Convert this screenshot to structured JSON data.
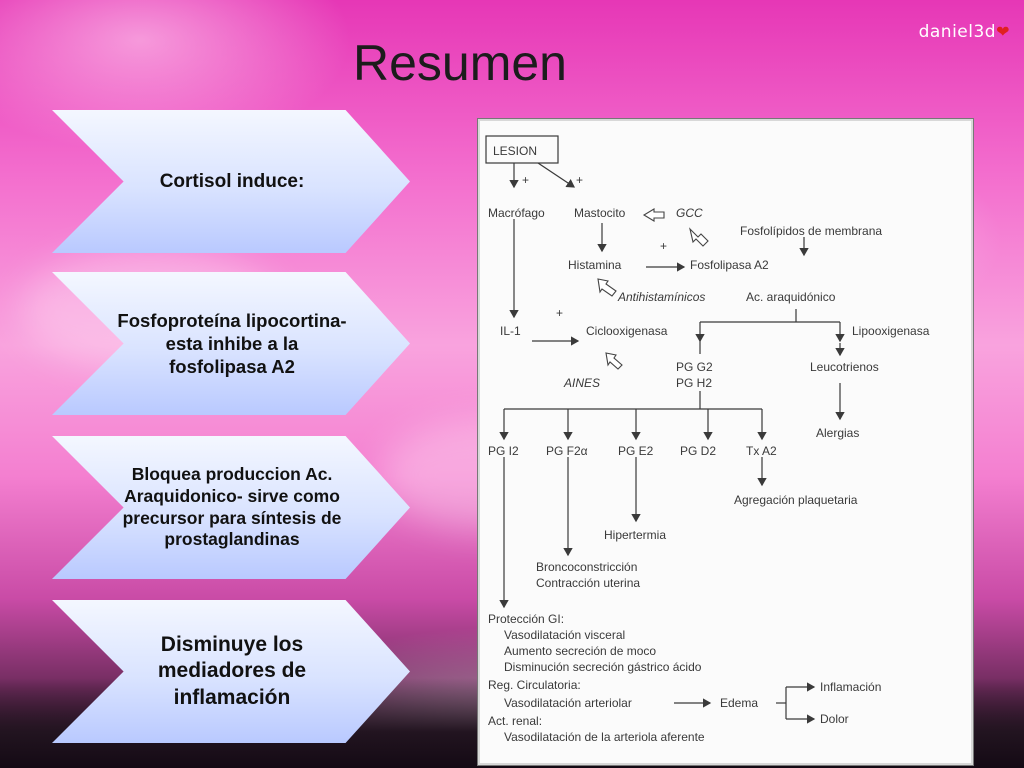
{
  "slide": {
    "title": "Resumen",
    "brand": "daniel3d",
    "brand_heart": "❤",
    "steps": [
      "Cortisol induce:",
      "Fosfoproteína lipocortina- esta inhibe a la fosfolipasa A2",
      "Bloquea produccion Ac. Araquidonico- sirve como precursor para síntesis de prostaglandinas",
      "Disminuye los mediadores de inflamación"
    ]
  },
  "diagram": {
    "lesion": "LESION",
    "plus": "+",
    "macrofago": "Macrófago",
    "mastocito": "Mastocito",
    "gcc": "GCC",
    "fosfolipidos": "Fosfolípidos de membrana",
    "histamina": "Histamina",
    "fosfolipasa": "Fosfolipasa A2",
    "antihistaminicos": "Antihistamínicos",
    "ac_araquidonico": "Ac. araquidónico",
    "il1": "IL-1",
    "ciclooxigenasa": "Ciclooxigenasa",
    "lipooxigenasa": "Lipooxigenasa",
    "aines": "AINES",
    "pg_g2": "PG G2",
    "pg_h2": "PG H2",
    "leucotrienos": "Leucotrienos",
    "alergias": "Alergias",
    "pg_i2": "PG I2",
    "pg_f2a": "PG F2α",
    "pg_e2": "PG E2",
    "pg_d2": "PG D2",
    "tx_a2": "Tx A2",
    "agregacion": "Agregación plaquetaria",
    "hipertermia": "Hipertermia",
    "bronco": "Broncoconstricción",
    "contraccion": "Contracción uterina",
    "proteccion_gi": "Protección GI:",
    "vasodil_visceral": "Vasodilatación visceral",
    "aumento_moco": "Aumento secreción de moco",
    "disminucion_acido": "Disminución secreción gástrico ácido",
    "reg_circulatoria": "Reg. Circulatoria:",
    "vasodil_arteriolar": "Vasodilatación arteriolar",
    "edema": "Edema",
    "inflamacion": "Inflamación",
    "dolor": "Dolor",
    "act_renal": "Act. renal:",
    "vasodil_aferente": "Vasodilatación de la arteriola aferente"
  }
}
